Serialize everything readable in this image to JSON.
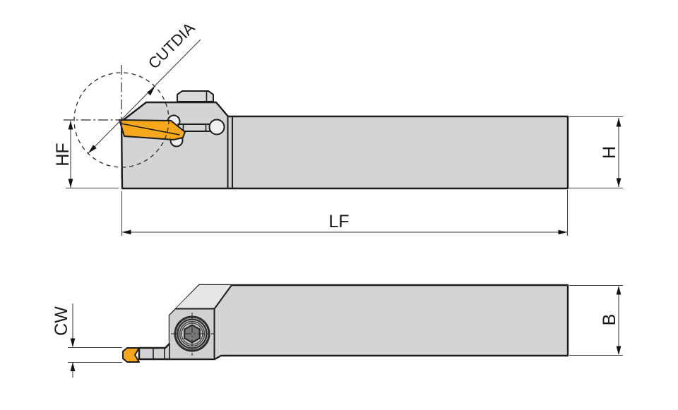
{
  "labels": {
    "cutdia": "CUTDIA",
    "hf": "HF",
    "lf": "LF",
    "h": "H",
    "cw": "CW",
    "b": "B"
  },
  "colors": {
    "background": "#ffffff",
    "body": "#d2d4d6",
    "body_top_face": "#e3e5e6",
    "body_front_face": "#cfd1d3",
    "boss": "#d8dadc",
    "insert": "#f6a81c",
    "circle_fill": "#eef0f1",
    "screw_base": "#c7c9cb",
    "screw_hex": "#77797c",
    "outline": "#1c1c1c",
    "dimension_line": "#3f3f3f"
  }
}
